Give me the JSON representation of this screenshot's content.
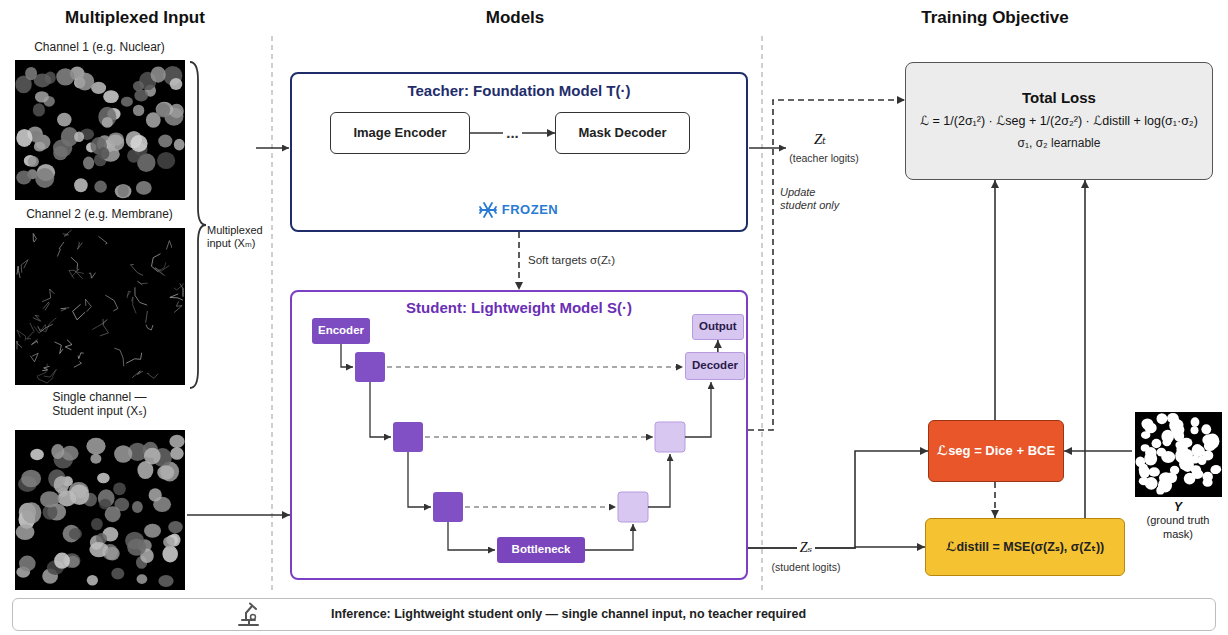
{
  "diagram": {
    "nodes": [
      {
        "text": [
          "Channel 1 (e.g. Nuclear)"
        ]
      },
      {
        "text": [
          "Channel 2 (e.g. Membrane)"
        ]
      },
      {
        "text": [
          "Single channel — Student input (Xₛ)"
        ]
      },
      {
        "text": [
          "Teacher: Foundation Model T(·)",
          "FROZEN"
        ]
      },
      {
        "text": [
          "Image Encoder"
        ],
        "in": 3
      },
      {
        "text": [
          "Mask Decoder"
        ],
        "in": 3
      },
      {
        "text": [
          "Student: Lightweight Model S(·)"
        ]
      },
      {
        "text": [
          "Encoder"
        ],
        "in": 6
      },
      {
        "text": [
          "Bottleneck"
        ],
        "in": 6
      },
      {
        "text": [
          "Decoder"
        ],
        "in": 6
      },
      {
        "text": [
          "Output"
        ],
        "in": 6
      },
      {
        "text": [
          "Total Loss",
          "ℒ = 1/(2σ₁²) · ℒseg + 1/(2σ₂²) · ℒdistill + log(σ₁·σ₂)",
          "σ₁, σ₂ learnable"
        ]
      },
      {
        "text": [
          "ℒseg = Dice + BCE"
        ]
      },
      {
        "text": [
          "Y",
          "(ground truth mask)"
        ]
      },
      {
        "text": [
          "ℒdistill = MSE(σ(Zₛ), σ(Zₜ))"
        ]
      },
      {
        "text": [
          "Inference: Lightweight student only — single channel input, no teacher required"
        ]
      }
    ],
    "edges": [
      {
        "from": 2,
        "to": 6,
        "arrow": "to"
      },
      {
        "from": 4,
        "to": 5,
        "label": "...",
        "arrow": "to"
      },
      {
        "from": 3,
        "to": 6,
        "label": "Soft targets σ(Zₜ)",
        "arrow": "to"
      },
      {
        "from": 6,
        "to": 11,
        "label": "Update student only",
        "arrow": "to"
      },
      {
        "from": 6,
        "to": 12,
        "label": "Zₛ",
        "arrow": "to"
      },
      {
        "from": 6,
        "to": 14,
        "arrow": "to"
      },
      {
        "from": 13,
        "to": 12,
        "arrow": "to"
      },
      {
        "from": 12,
        "to": 14,
        "arrow": "to"
      },
      {
        "from": 12,
        "to": 11,
        "arrow": "to"
      },
      {
        "from": 14,
        "to": 11,
        "arrow": "to"
      },
      {
        "from": 9,
        "to": 10,
        "arrow": "to"
      }
    ],
    "labels": [
      "Multiplexed Input",
      "Models",
      "Training Objective",
      "Multiplexed input (Xₘ)",
      "Zₜ",
      "(teacher logits)",
      "(student logits)"
    ]
  }
}
